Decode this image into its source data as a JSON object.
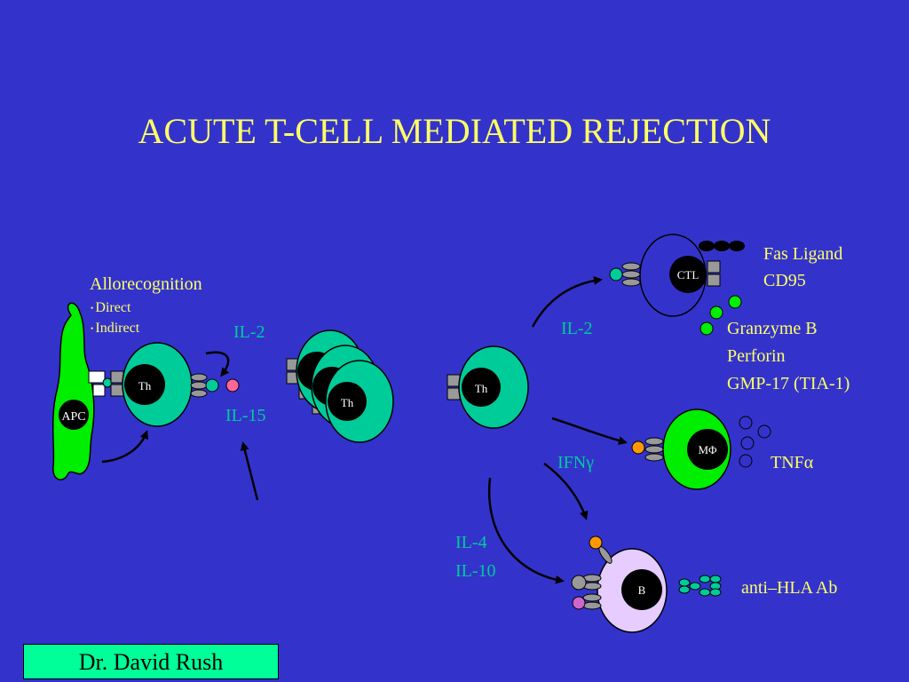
{
  "title": "ACUTE T-CELL MEDIATED REJECTION",
  "allorecognition": {
    "heading": "Allorecognition",
    "items": [
      "Direct",
      "Indirect"
    ]
  },
  "cells": {
    "apc": "APC",
    "th": "Th",
    "ctl": "CTL",
    "macrophage": "MΦ",
    "b_cell": "B"
  },
  "cytokines": {
    "il2_left": "IL-2",
    "il15": "IL-15",
    "il2_right": "IL-2",
    "ifn": "IFNγ",
    "il4": "IL-4",
    "il10": "IL-10",
    "tnf": "TNFα"
  },
  "ctl_products": {
    "line1": "Fas Ligand",
    "line2": "CD95"
  },
  "cytotoxic_molecules": [
    "Granzyme B",
    "Perforin",
    "GMP-17 (TIA-1)"
  ],
  "antibody": "anti–HLA Ab",
  "credit": "Dr. David Rush",
  "colors": {
    "background": "#3333cc",
    "title": "#ffff66",
    "cell_green": "#00cc99",
    "apc_green": "#00ff00",
    "b_cell_lilac": "#e6ccff",
    "credit_box": "#00ff99",
    "orange": "#ff9900",
    "pink": "#ff6699"
  }
}
